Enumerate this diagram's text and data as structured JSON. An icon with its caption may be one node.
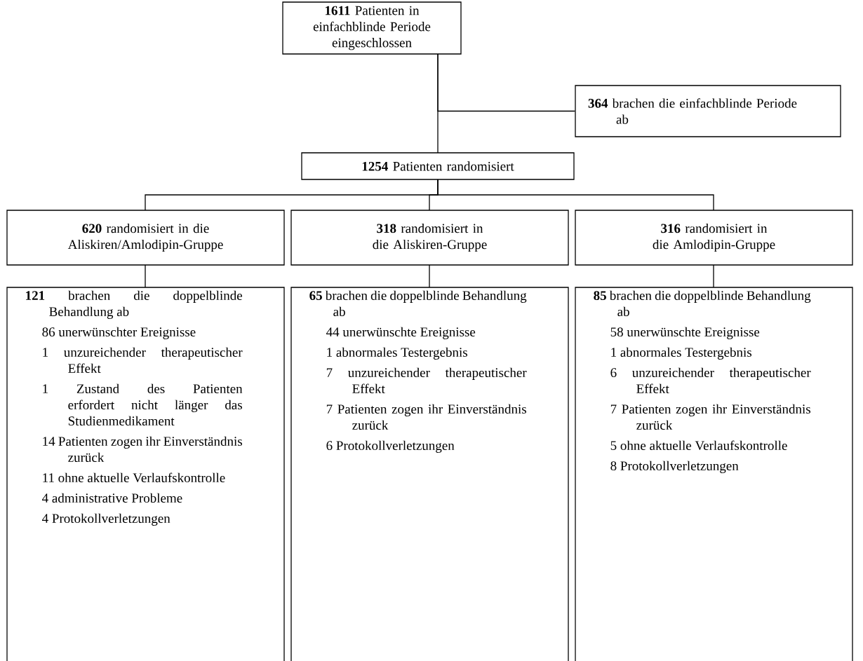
{
  "diagram": {
    "nodes": [
      {
        "text": [
          "**1611** Patienten in einfachblinde Periode eingeschlossen"
        ]
      },
      {
        "text": [
          "**364** brachen die einfachblinde Periode ab"
        ]
      },
      {
        "text": [
          "**1254** Patienten randomisiert"
        ]
      },
      {
        "text": [
          "**620** randomisiert in die Aliskiren/Amlodipin-Gruppe"
        ]
      },
      {
        "text": [
          "**318** randomisiert in die Aliskiren-Gruppe"
        ]
      },
      {
        "text": [
          "**316** randomisiert in die Amlodipin-Gruppe"
        ]
      },
      {
        "text": [
          "**121** brachen die doppelblinde Behandlung ab",
          "86 unerwünschter Ereignisse",
          "1 unzureichender therapeutischer Effekt",
          "1 Zustand des Patienten erfordert nicht länger das Studienmedikament",
          "14 Patienten zogen ihr Einverständnis zurück",
          "11 ohne aktuelle Verlaufskontrolle",
          "4 administrative Probleme",
          "4 Protokollverletzungen"
        ]
      },
      {
        "text": [
          "**65** brachen die doppelblinde Behandlung ab",
          "44 unerwünschte Ereignisse",
          "1 abnormales Testergebnis",
          "7 unzureichender therapeutischer Effekt",
          "7 Patienten zogen ihr Einverständnis zurück",
          "6 Protokollverletzungen"
        ]
      },
      {
        "text": [
          "**85** brachen die doppelblinde Behandlung ab",
          "58 unerwünschte Ereignisse",
          "1 abnormales Testergebnis",
          "6 unzureichender therapeutischer Effekt",
          "7 Patienten zogen ihr Einverständnis zurück",
          "5 ohne aktuelle Verlaufskontrolle",
          "8 Protokollverletzungen"
        ]
      }
    ],
    "edges": [
      {
        "from": 0,
        "to": 1,
        "arrow": "none"
      },
      {
        "from": 0,
        "to": 2,
        "arrow": "none"
      },
      {
        "from": 2,
        "to": 3,
        "arrow": "none"
      },
      {
        "from": 2,
        "to": 4,
        "arrow": "none"
      },
      {
        "from": 2,
        "to": 5,
        "arrow": "none"
      },
      {
        "from": 3,
        "to": 6,
        "arrow": "none"
      },
      {
        "from": 4,
        "to": 7,
        "arrow": "none"
      },
      {
        "from": 5,
        "to": 8,
        "arrow": "none"
      }
    ]
  }
}
